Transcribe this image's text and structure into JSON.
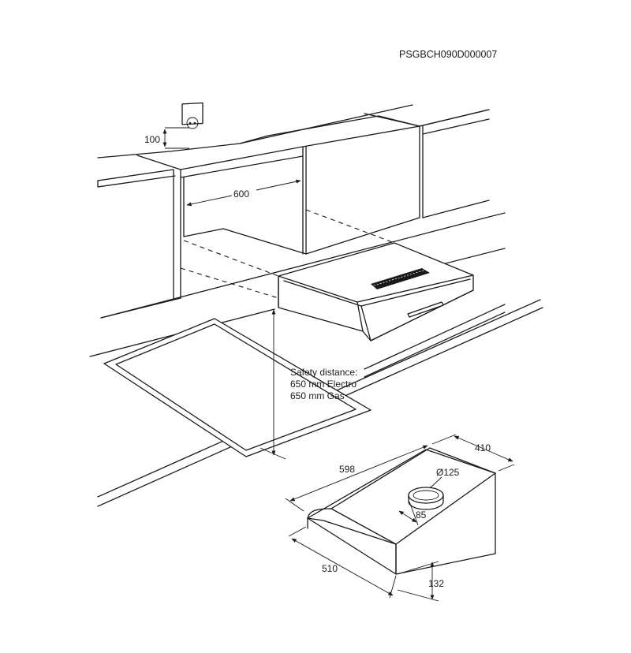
{
  "code": "PSGBCH090D000007",
  "dimensions": {
    "socket_height": "100",
    "cabinet_width": "600",
    "hood_width": "598",
    "hood_depth": "410",
    "duct_diameter": "Ø125",
    "duct_offset": "85",
    "hood_depth_bottom": "510",
    "hood_height": "132"
  },
  "safety": {
    "line1": "Safety distance:",
    "line2": "650 mm Electro",
    "line3": "650 mm Gas"
  },
  "icons": {
    "socket": "power-socket-icon"
  }
}
